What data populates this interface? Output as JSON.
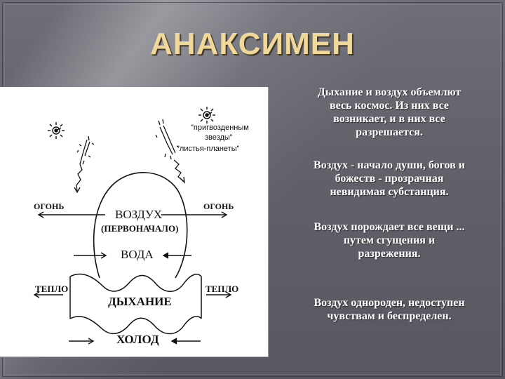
{
  "slide": {
    "title": "АНАКСИМЕН",
    "colors": {
      "background": "#5a5a62",
      "title": "#f0d898",
      "body_text": "#ffffff",
      "diagram_background": "#ffffff"
    }
  },
  "diagram": {
    "labels": {
      "stars_caption_line1": "\"пригвозденным",
      "stars_caption_line2": "звезды\"",
      "planets_caption": "\"листья-планеты\"",
      "fire_left": "ОГОНЬ",
      "fire_right": "ОГОНЬ",
      "air": "ВОЗДУХ",
      "first_principle": "(ПЕРВОНАЧАЛО)",
      "water": "ВОДА",
      "heat_left": "ТЕПЛО",
      "heat_right": "ТЕПЛО",
      "breath": "ДЫХАНИЕ",
      "cold": "ХОЛОД"
    },
    "icons": [
      "sun-star-icon",
      "sun-star-icon",
      "falling-leaf-planet-icon",
      "falling-leaf-planet-icon"
    ]
  },
  "paragraphs": [
    {
      "lines": [
        "Дыхание и воздух объемлют",
        "весь космос. Из них все",
        "возникает, и в них все",
        "разрешается."
      ]
    },
    {
      "lines": [
        "Воздух - начало души, богов и",
        "божеств - прозрачная",
        "невидимая субстанция."
      ]
    },
    {
      "lines": [
        "Воздух порождает все вещи ...",
        "путем сгущения и",
        "разрежения."
      ]
    },
    {
      "lines": [
        "Воздух однороден, недоступен",
        "чувствам и беспределен."
      ]
    }
  ]
}
